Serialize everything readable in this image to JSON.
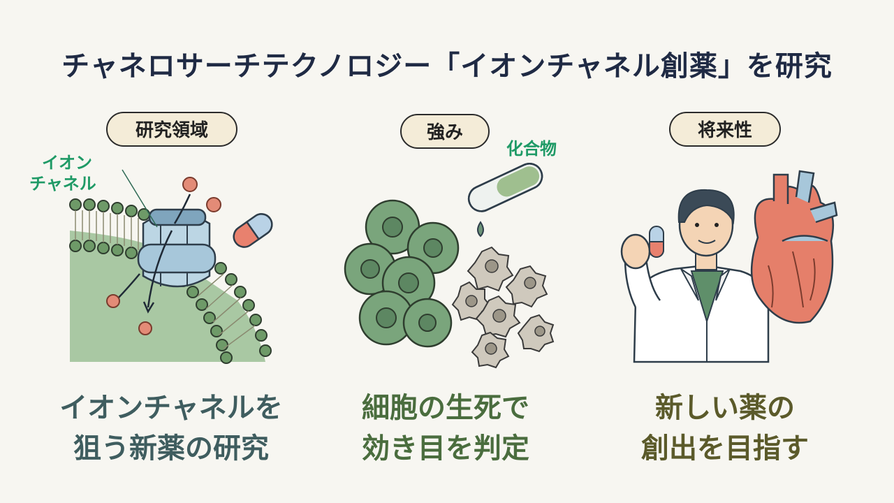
{
  "title": "チャネロサーチテクノロジー「イオンチャネル創薬」を研究",
  "sections": [
    {
      "header": "研究領域",
      "illustration_label_line1": "イオン",
      "illustration_label_line2": "チャネル",
      "caption_line1": "イオンチャネルを",
      "caption_line2": "狙う新薬の研究",
      "caption_color": "#3f5d5f"
    },
    {
      "header": "強み",
      "illustration_label": "化合物",
      "caption_line1": "細胞の生死で",
      "caption_line2": "効き目を判定",
      "caption_color": "#4a6d3e"
    },
    {
      "header": "将来性",
      "caption_line1": "新しい薬の",
      "caption_line2": "創出を目指す",
      "caption_color": "#5b5a2a"
    }
  ]
}
